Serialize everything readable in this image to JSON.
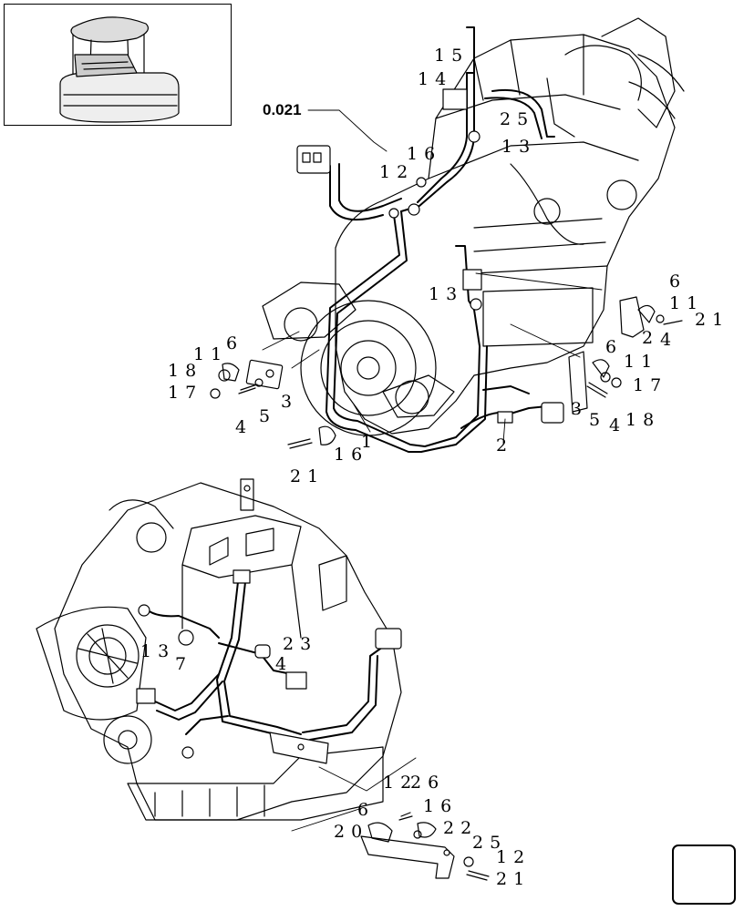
{
  "reference": "0.021",
  "callouts": [
    {
      "id": "c-15a",
      "text": "15"
    },
    {
      "id": "c-14a",
      "text": "14"
    },
    {
      "id": "c-16a",
      "text": "16"
    },
    {
      "id": "c-12a",
      "text": "12"
    },
    {
      "id": "c-25a",
      "text": "25"
    },
    {
      "id": "c-13a",
      "text": "13"
    },
    {
      "id": "c-13b",
      "text": "13"
    },
    {
      "id": "c-6a",
      "text": "6"
    },
    {
      "id": "c-11a",
      "text": "11"
    },
    {
      "id": "c-21a",
      "text": "21"
    },
    {
      "id": "c-2a",
      "text": "2"
    },
    {
      "id": "c-4a",
      "text": "4"
    },
    {
      "id": "c-6b",
      "text": "6"
    },
    {
      "id": "c-11b",
      "text": "11"
    },
    {
      "id": "c-17a",
      "text": "17"
    },
    {
      "id": "c-3a",
      "text": "3"
    },
    {
      "id": "c-5a",
      "text": "5"
    },
    {
      "id": "c-4b",
      "text": "4"
    },
    {
      "id": "c-18a",
      "text": "18"
    },
    {
      "id": "c-2b",
      "text": "2"
    },
    {
      "id": "c-11c",
      "text": "11"
    },
    {
      "id": "c-6c",
      "text": "6"
    },
    {
      "id": "c-18b",
      "text": "18"
    },
    {
      "id": "c-17b",
      "text": "17"
    },
    {
      "id": "c-4c",
      "text": "4"
    },
    {
      "id": "c-5b",
      "text": "5"
    },
    {
      "id": "c-3b",
      "text": "3"
    },
    {
      "id": "c-1a",
      "text": "1"
    },
    {
      "id": "c-16b",
      "text": "16"
    },
    {
      "id": "c-21b",
      "text": "21"
    },
    {
      "id": "c-13c",
      "text": "13"
    },
    {
      "id": "c-7a",
      "text": "7"
    },
    {
      "id": "c-23a",
      "text": "23"
    },
    {
      "id": "c-4d",
      "text": "4"
    },
    {
      "id": "c-12b",
      "text": "12"
    },
    {
      "id": "c-26a",
      "text": "26"
    },
    {
      "id": "c-6d",
      "text": "6"
    },
    {
      "id": "c-16c",
      "text": "16"
    },
    {
      "id": "c-20a",
      "text": "20"
    },
    {
      "id": "c-22a",
      "text": "22"
    },
    {
      "id": "c-25b",
      "text": "25"
    },
    {
      "id": "c-12c",
      "text": "12"
    },
    {
      "id": "c-21c",
      "text": "21"
    }
  ],
  "icons": {
    "thumbnail": "machine-thumbnail-icon",
    "navigation": "return-arrow-icon"
  }
}
